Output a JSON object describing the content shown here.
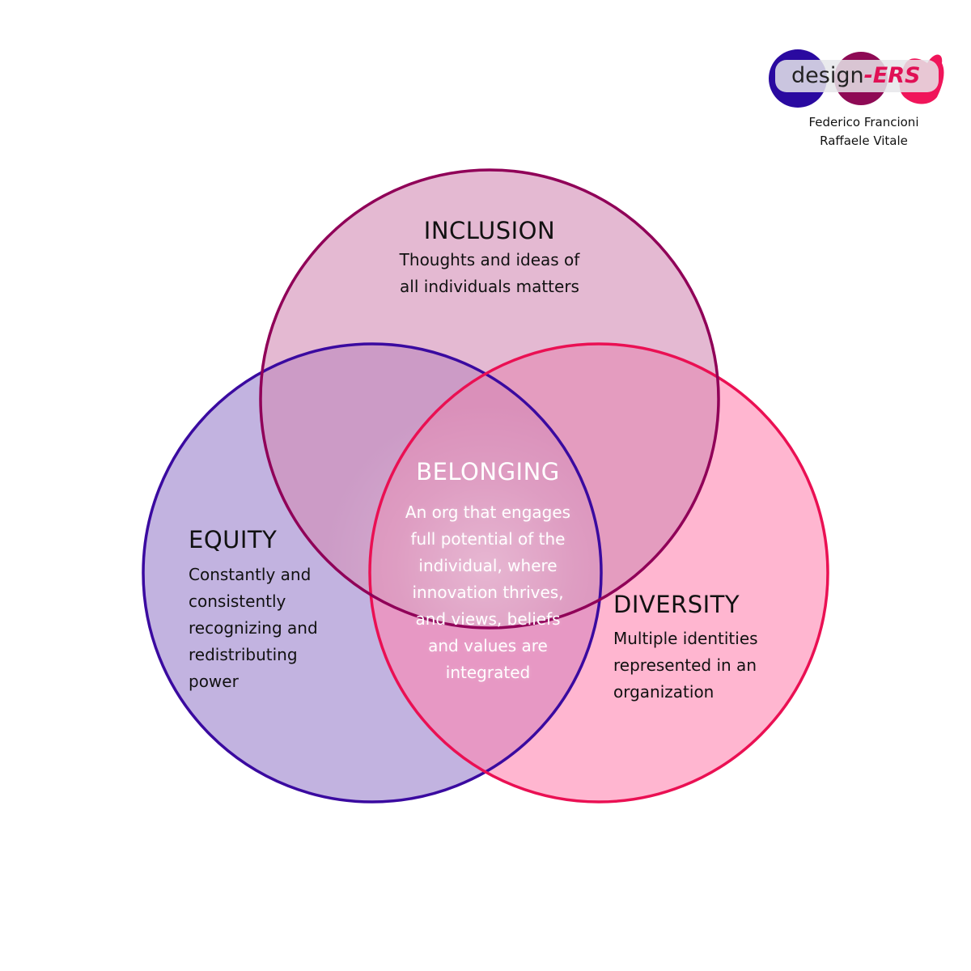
{
  "logo": {
    "word": "design",
    "accent": "-ERS",
    "colors": {
      "blue": "#2a0aa0",
      "crimson": "#8e0a55",
      "pink": "#f0155a"
    }
  },
  "credits": {
    "line1": "Federico Francioni",
    "line2": "Raffaele Vitale"
  },
  "circles": {
    "inclusion": {
      "title": "INCLUSION",
      "description": "Thoughts and ideas of\nall individuals matters",
      "fill": "#d28ab4",
      "stroke": "#900058"
    },
    "equity": {
      "title": "EQUITY",
      "description": "Constantly and\nconsistently\nrecognizing and\nredistributing\npower",
      "fill": "#9a80cc",
      "stroke": "#3a0aa0"
    },
    "diversity": {
      "title": "DIVERSITY",
      "description": "Multiple identities\nrepresented in an\norganization",
      "fill": "#ff85b0",
      "stroke": "#ea1053"
    }
  },
  "center": {
    "title": "BELONGING",
    "description": "An org that engages\nfull potential of the\nindividual, where\ninnovation thrives,\nand views, beliefs\nand values are\nintegrated"
  }
}
